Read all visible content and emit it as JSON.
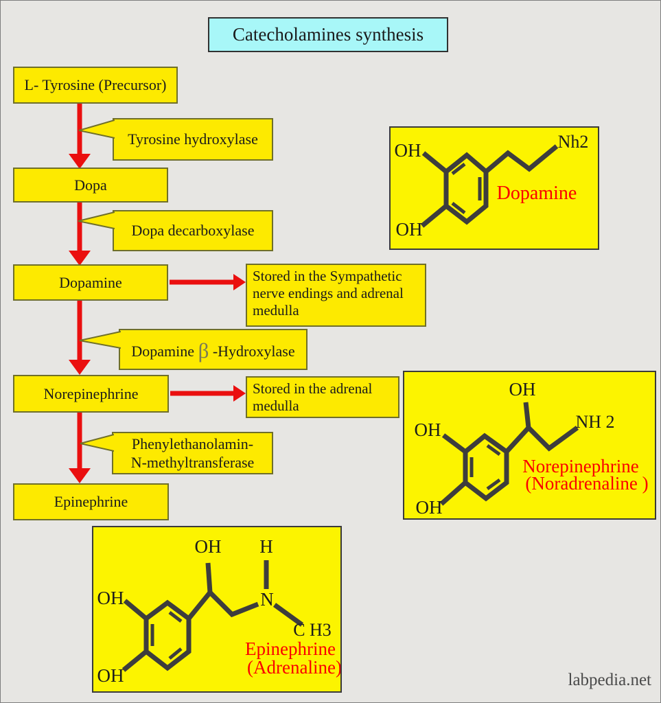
{
  "title": "Catecholamines synthesis",
  "flow": {
    "nodes": [
      {
        "label": "L- Tyrosine (Precursor)"
      },
      {
        "label": "Dopa"
      },
      {
        "label": "Dopamine"
      },
      {
        "label": "Norepinephrine"
      },
      {
        "label": "Epinephrine"
      }
    ],
    "enzymes": [
      {
        "label": "Tyrosine hydroxylase"
      },
      {
        "label": "Dopa decarboxylase"
      },
      {
        "pre": "Dopamine ",
        "beta": "β",
        "post": " -Hydroxylase"
      },
      {
        "line1": "Phenylethanolamin-",
        "line2": "N-methyltransferase"
      }
    ],
    "notes": [
      {
        "text": "Stored in the Sympathetic nerve endings and adrenal medulla"
      },
      {
        "text": "Stored in the adrenal medulla"
      }
    ]
  },
  "structures": {
    "dopamine": {
      "name": "Dopamine",
      "oh_top": "OH",
      "oh_bottom": "OH",
      "amine": "Nh2"
    },
    "norepinephrine": {
      "name": "Norepinephrine",
      "name_alt": "(Noradrenaline )",
      "oh_top": "OH",
      "oh_left": "OH",
      "oh_bottom": "OH",
      "amine": "NH 2"
    },
    "epinephrine": {
      "name": "Epinephrine",
      "name_alt": "(Adrenaline)",
      "oh_top": "OH",
      "h": "H",
      "oh_left": "OH",
      "oh_bottom": "OH",
      "n": "N",
      "ch3": "C H3"
    }
  },
  "footer": {
    "watermark": "labpedia.net"
  },
  "colors": {
    "background": "#e7e6e3",
    "box_yellow": "#fdea00",
    "structure_yellow": "#fcf400",
    "box_border": "#6f6f2a",
    "title_cyan": "#a8f7f8",
    "arrow_red": "#ea0f0f",
    "label_red": "#fa0000"
  }
}
